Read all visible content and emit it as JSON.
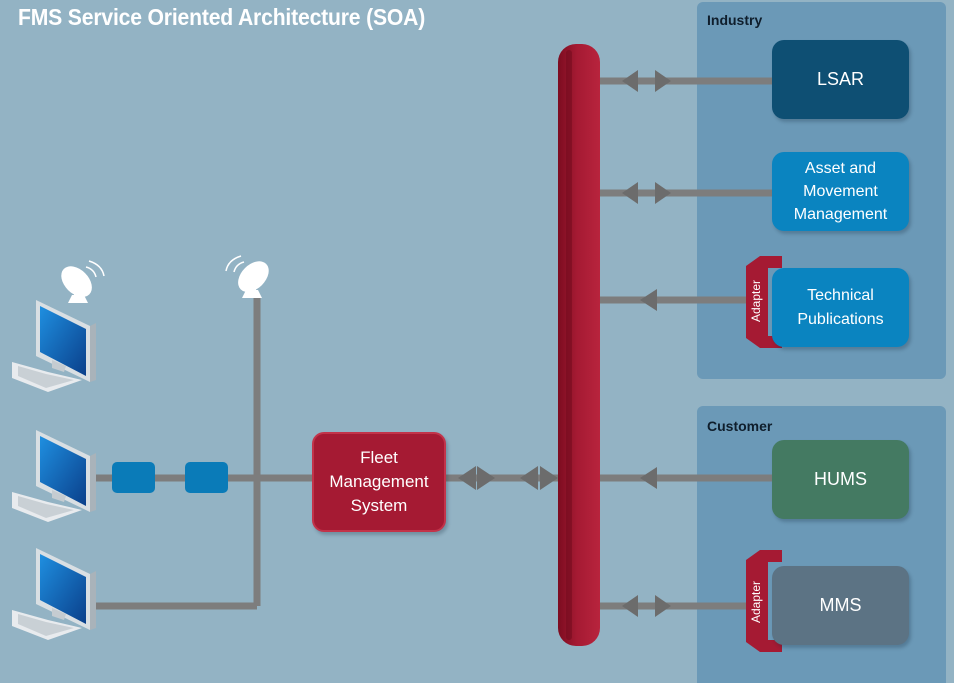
{
  "title": "FMS Service Oriented Architecture (SOA)",
  "groups": {
    "industry": "Industry",
    "customer": "Customer"
  },
  "boxes": {
    "lsar": "LSAR",
    "asset": [
      "Asset and",
      "Movement",
      "Management"
    ],
    "technical": [
      "Technical",
      "Publications"
    ],
    "hums": "HUMS",
    "mms": "MMS",
    "fleet": [
      "Fleet",
      "Management",
      "System"
    ]
  },
  "adapters": {
    "technical": "Adapter",
    "mms": "Adapter"
  },
  "colors": {
    "background": "#93b3c4",
    "group_panel": "#6b99b7",
    "bus": "#a51a33",
    "lsar": "#0e4f73",
    "asset": "#0a84c0",
    "hums": "#447a62",
    "mms": "#5c7384",
    "connector": "#7d7d7d",
    "network_node": "#0a7bb8"
  },
  "icons": [
    "satellite-dish-icon",
    "computer-icon",
    "network-node-icon"
  ]
}
